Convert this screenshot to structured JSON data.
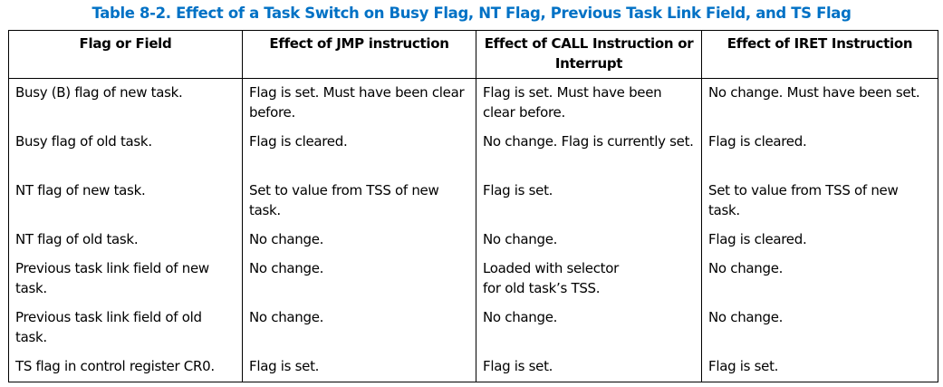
{
  "table": {
    "caption": "Table 8-2.  Effect of a Task Switch on Busy Flag, NT Flag, Previous Task Link Field, and TS Flag",
    "headers": [
      "Flag or Field",
      "Effect of JMP instruction",
      "Effect of CALL Instruction or Interrupt",
      "Effect of IRET Instruction"
    ],
    "rows": [
      {
        "field": "Busy (B) flag of new task.",
        "jmp": "Flag is set. Must have been clear before.",
        "call": "Flag is set. Must have been clear before.",
        "iret": "No change. Must have been set."
      },
      {
        "field": "Busy flag of old task.",
        "jmp": "Flag is cleared.",
        "call": "No change. Flag is currently set.",
        "iret": "Flag is cleared."
      },
      {
        "field": "NT flag of new task.",
        "jmp": "Set to value from TSS of new task.",
        "call": "Flag is set.",
        "iret": "Set to value from TSS of new task."
      },
      {
        "field": "NT flag of old task.",
        "jmp": "No change.",
        "call": "No change.",
        "iret": "Flag is cleared."
      },
      {
        "field": "Previous task link field of new task.",
        "jmp": "No change.",
        "call": "Loaded with selector\nfor old task’s TSS.",
        "iret": "No change."
      },
      {
        "field": "Previous task link field of old task.",
        "jmp": "No change.",
        "call": "No change.",
        "iret": "No change."
      },
      {
        "field": "TS flag in control register CR0.",
        "jmp": "Flag is set.",
        "call": "Flag is set.",
        "iret": "Flag is set."
      }
    ]
  },
  "colors": {
    "caption": "#0071c5",
    "rule": "#000000",
    "text": "#000000"
  }
}
